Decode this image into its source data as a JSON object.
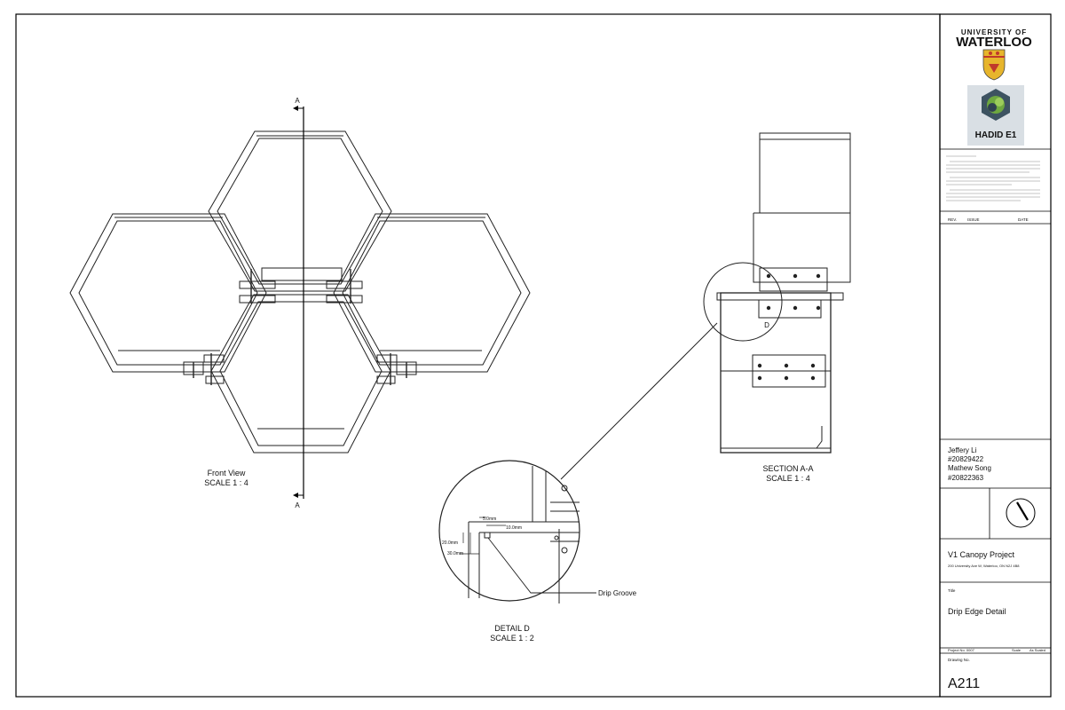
{
  "logos": {
    "university": {
      "line1": "UNIVERSITY OF",
      "line2": "WATERLOO",
      "icon": "crest-shield-icon"
    },
    "studio": {
      "name": "HADID E1",
      "icon": "hexagon-logo-icon"
    }
  },
  "views": {
    "front": {
      "title": "Front View",
      "scale": "SCALE 1 : 4"
    },
    "section": {
      "title": "SECTION A-A",
      "scale": "SCALE 1 : 4"
    },
    "detail": {
      "title": "DETAIL  D",
      "scale": "SCALE 1 : 2"
    }
  },
  "markers": {
    "section_top": "A",
    "section_bottom": "A",
    "detail_callout": "D"
  },
  "dimensions": {
    "d1": "5.0mm",
    "d2": "10.0mm",
    "d3": "20.0mm",
    "d4": "30.0mm"
  },
  "annotations": {
    "drip_groove": "Drip Groove"
  },
  "title_block": {
    "rev_header": {
      "rev": "REV.",
      "issue": "ISSUE",
      "date": "DATE"
    },
    "authors": [
      "Jeffery Li",
      "#20829422",
      "Mathew Song",
      "#20822363"
    ],
    "project_name": "V1 Canopy Project",
    "project_address": "200 University Ave W, Waterloo, ON N2J 4B8",
    "title_label": "Title",
    "drawing_title": "Drip Edge Detail",
    "project_no": "Project No.  0007",
    "scale_label": "Scale",
    "scale_value": "As Scaled",
    "drawing_no_label": "Drawing No.",
    "drawing_no": "A211"
  }
}
